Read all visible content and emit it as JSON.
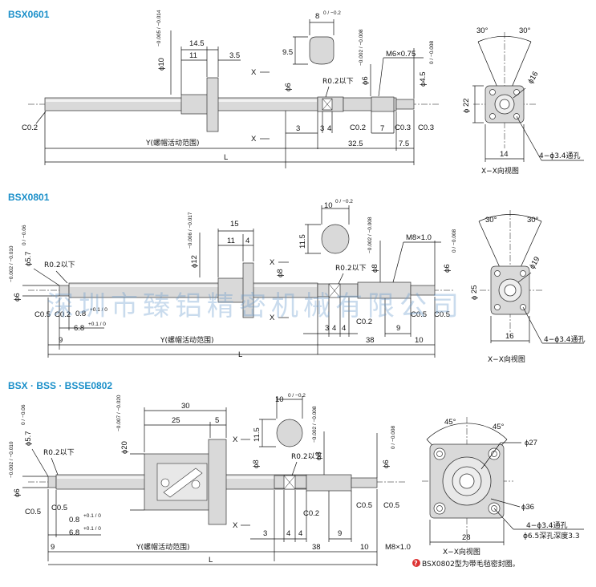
{
  "watermark": "深圳市臻铝精密机械有限公司",
  "section1": {
    "title": "BSX0601",
    "labels": {
      "w8": "8",
      "tol8": "0 / −0.2",
      "d10": "ϕ10",
      "tol10": "−0.005 / −0.014",
      "w145": "14.5",
      "w11": "11",
      "w35": "3.5",
      "h95": "9.5",
      "m6": "M6×0.75",
      "x1": "X",
      "x2": "X",
      "phi6": "ϕ6",
      "r02": "R0.2以下",
      "phi6b": "ϕ6",
      "tol6b": "−0.002 / −0.008",
      "phi45": "ϕ4.5",
      "tol45": "0 / −0.008",
      "c02a": "C0.2",
      "d3": "3",
      "d3b": "3",
      "d4": "4",
      "c02b": "C0.2",
      "d7": "7",
      "c03a": "C0.3",
      "c03b": "C0.3",
      "y": "Y(螺帽活动范围)",
      "d325": "32.5",
      "d75": "7.5",
      "L": "L"
    },
    "view": {
      "a1": "30°",
      "a2": "30°",
      "phi16": "ϕ16",
      "phi22": "ϕ 22",
      "w14": "14",
      "holes": "4−ϕ3.4通孔",
      "caption": "X−X向视图"
    }
  },
  "section2": {
    "title": "BSX0801",
    "labels": {
      "w10": "10",
      "tol10": "0 / −0.2",
      "w15": "15",
      "w11": "11",
      "w4": "4",
      "phi57": "ϕ5.7",
      "tol57": "0 / −0.06",
      "phi12": "ϕ12",
      "tol12": "−0.006 / −0.017",
      "h115": "11.5",
      "m8": "M8×1.0",
      "r02a": "R0.2以下",
      "x1": "X",
      "x2": "X",
      "phi8": "ϕ8",
      "r02b": "R0.2以下",
      "phi8b": "ϕ8",
      "tol8b": "−0.002 / −0.008",
      "phi6": "ϕ6",
      "tol6": "0 / −0.008",
      "phi6l": "ϕ6",
      "tol6l": "−0.002 / −0.010",
      "c05a": "C0.5",
      "c02": "C0.2",
      "d08": "0.8",
      "tol08": "+0.1 / 0",
      "d68": "6.8",
      "tol68": "+0.1 / 0",
      "d3": "3",
      "d4": "4",
      "d4b": "4",
      "c02b": "C0.2",
      "d9": "9",
      "c05b": "C0.5",
      "c05c": "C0.5",
      "dl9": "9",
      "y": "Y(螺帽活动范围)",
      "d38": "38",
      "d10": "10",
      "L": "L"
    },
    "view": {
      "a1": "30°",
      "a2": "30°",
      "phi19": "ϕ19",
      "phi25": "ϕ 25",
      "w16": "16",
      "holes": "4−ϕ3.4通孔",
      "caption": "X−X向视图"
    }
  },
  "section3": {
    "title": "BSX · BSS · BSSE0802",
    "labels": {
      "w10": "10",
      "tol10": "0 / −0.2",
      "w30": "30",
      "w25": "25",
      "w5": "5",
      "phi57": "ϕ5.7",
      "tol57": "0 / −0.06",
      "phi20": "ϕ20",
      "tol20": "−0.007 / −0.020",
      "h115": "11.5",
      "x1": "X",
      "x2": "X",
      "phi8": "ϕ8",
      "r02a": "R0.2以下",
      "r02b": "R0.2以下",
      "phi8b": "ϕ8",
      "tol8b": "−0.002 / −0.008",
      "phi6": "ϕ6",
      "tol6": "0 / −0.008",
      "phi6l": "ϕ6",
      "tol6l": "−0.002 / −0.010",
      "c05a": "C0.5",
      "c05b": "C0.5",
      "d08": "0.8",
      "tol08": "+0.1 / 0",
      "d68": "6.8",
      "tol68": "+0.1 / 0",
      "c02": "C0.2",
      "c05c": "C0.5",
      "c05d": "C0.5",
      "d3": "3",
      "d4": "4",
      "d4b": "4",
      "d9": "9",
      "dl9": "9",
      "y": "Y(螺帽活动范围)",
      "d38": "38",
      "d10": "10",
      "m8": "M8×1.0",
      "L": "L"
    },
    "view": {
      "a1": "45°",
      "a2": "45°",
      "phi27": "ϕ27",
      "phi36": "ϕ36",
      "w28": "28",
      "holes": "4−ϕ3.4通孔",
      "cbore": "ϕ6.5深孔深度3.3",
      "caption": "X−X向视图"
    },
    "note": "BSX0802型为带毛毡密封圈。"
  }
}
